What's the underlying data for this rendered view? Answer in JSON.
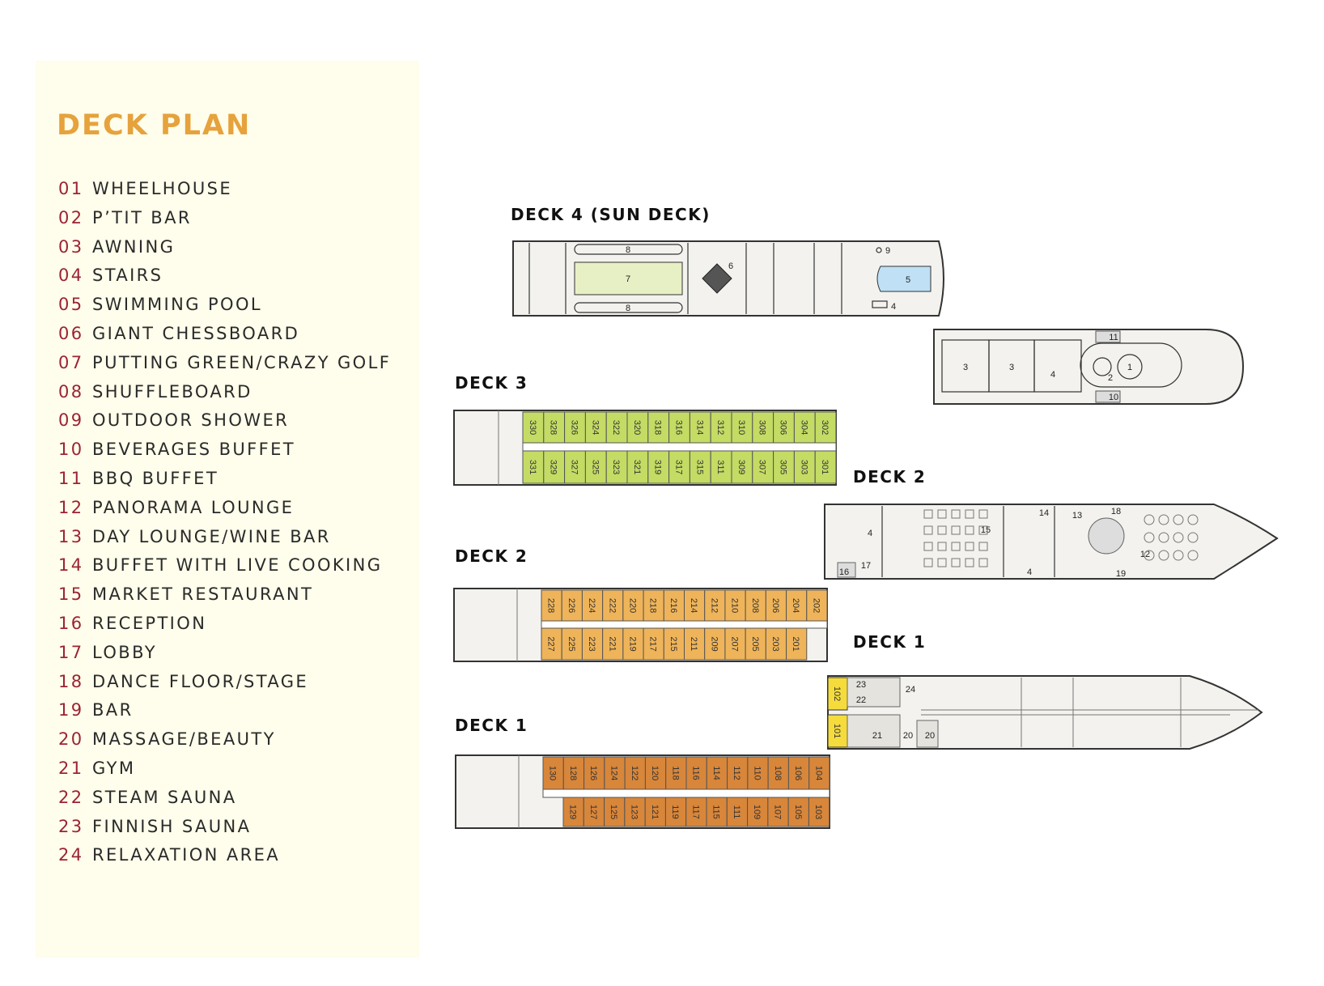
{
  "title": "DECK PLAN",
  "legend": [
    {
      "num": "01",
      "label": "WHEELHOUSE"
    },
    {
      "num": "02",
      "label": "P’TIT BAR"
    },
    {
      "num": "03",
      "label": "AWNING"
    },
    {
      "num": "04",
      "label": "STAIRS"
    },
    {
      "num": "05",
      "label": "SWIMMING POOL"
    },
    {
      "num": "06",
      "label": "GIANT CHESSBOARD"
    },
    {
      "num": "07",
      "label": "PUTTING GREEN/CRAZY GOLF"
    },
    {
      "num": "08",
      "label": "SHUFFLEBOARD"
    },
    {
      "num": "09",
      "label": "OUTDOOR SHOWER"
    },
    {
      "num": "10",
      "label": "BEVERAGES BUFFET"
    },
    {
      "num": "11",
      "label": "BBQ BUFFET"
    },
    {
      "num": "12",
      "label": "PANORAMA LOUNGE"
    },
    {
      "num": "13",
      "label": "DAY LOUNGE/WINE BAR"
    },
    {
      "num": "14",
      "label": "BUFFET WITH LIVE COOKING"
    },
    {
      "num": "15",
      "label": "MARKET RESTAURANT"
    },
    {
      "num": "16",
      "label": "RECEPTION"
    },
    {
      "num": "17",
      "label": "LOBBY"
    },
    {
      "num": "18",
      "label": "DANCE FLOOR/STAGE"
    },
    {
      "num": "19",
      "label": "BAR"
    },
    {
      "num": "20",
      "label": "MASSAGE/BEAUTY"
    },
    {
      "num": "21",
      "label": "GYM"
    },
    {
      "num": "22",
      "label": "STEAM SAUNA"
    },
    {
      "num": "23",
      "label": "FINNISH SAUNA"
    },
    {
      "num": "24",
      "label": "RELAXATION AREA"
    }
  ],
  "decks": {
    "deck4": {
      "label": "DECK 4 (SUN DECK)",
      "marks": [
        "8",
        "7",
        "8",
        "6",
        "9",
        "5",
        "4",
        "3",
        "3",
        "4",
        "2",
        "1",
        "11",
        "10"
      ]
    },
    "deck3": {
      "label": "DECK 3",
      "color": "#c4db64",
      "top": [
        "330",
        "328",
        "326",
        "324",
        "322",
        "320",
        "318",
        "316",
        "314",
        "312",
        "310",
        "308",
        "306",
        "304",
        "302"
      ],
      "bottom": [
        "331",
        "329",
        "327",
        "325",
        "323",
        "321",
        "319",
        "317",
        "315",
        "311",
        "309",
        "307",
        "305",
        "303",
        "301"
      ]
    },
    "deck2_overview": {
      "label": "DECK 2",
      "marks": [
        "4",
        "14",
        "15",
        "13",
        "18",
        "16",
        "17",
        "4",
        "12",
        "19"
      ]
    },
    "deck2": {
      "label": "DECK 2",
      "color": "#efb459",
      "top": [
        "228",
        "226",
        "224",
        "222",
        "220",
        "218",
        "216",
        "214",
        "212",
        "210",
        "208",
        "206",
        "204",
        "202"
      ],
      "bottom": [
        "227",
        "225",
        "223",
        "221",
        "219",
        "217",
        "215",
        "211",
        "209",
        "207",
        "205",
        "203",
        "201"
      ]
    },
    "deck1_overview": {
      "label": "DECK 1",
      "cabin_color": "#f5dc3c",
      "marks": [
        "102",
        "101",
        "23",
        "22",
        "24",
        "21",
        "20",
        "20"
      ]
    },
    "deck1": {
      "label": "DECK 1",
      "color": "#d8863a",
      "top": [
        "130",
        "128",
        "126",
        "124",
        "122",
        "120",
        "118",
        "116",
        "114",
        "112",
        "110",
        "108",
        "106",
        "104"
      ],
      "bottom": [
        "129",
        "127",
        "125",
        "123",
        "121",
        "119",
        "117",
        "115",
        "111",
        "109",
        "107",
        "105",
        "103"
      ]
    }
  },
  "colors": {
    "title": "#e6a23c",
    "number": "#9b2335",
    "sidebar": "#fffdeb",
    "pool": "#bfe0f5",
    "green": "#e7efc4"
  }
}
